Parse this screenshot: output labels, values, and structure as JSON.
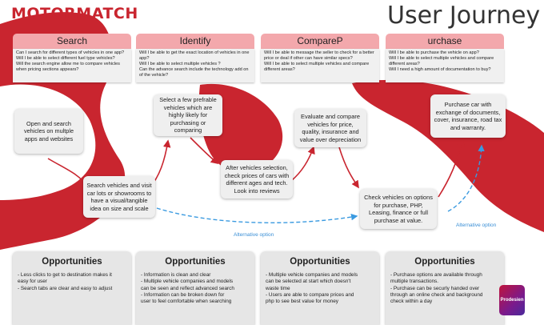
{
  "brand": {
    "logo": "MOTORMATCH",
    "title": "User Journey"
  },
  "colors": {
    "red": "#c9252f",
    "stage_head": "#f3a8ac",
    "blue_dash": "#3a9ae0",
    "card": "#efefef"
  },
  "stages": [
    {
      "label": "Search",
      "questions": [
        "Can I search for different types of vehicles in one app?",
        "Will I be able to select different fuel type vehicles?",
        "Will the search engine allow me to compare vehicles",
        "when pricing sections appears?"
      ]
    },
    {
      "label": "Identify",
      "questions": [
        "Will I be able to get the exact location of vehicles in one",
        "app?",
        "Will I be able to select multiple vehicles ?",
        "Can the advance search include the technology add on",
        "of the vehicle?"
      ]
    },
    {
      "label": "CompareP",
      "questions": [
        "Will I be able to message the seller to check for a better",
        "price or deal if other can have similar specs?",
        "Will I be able to select multiple vehicles and compare",
        "different areas?"
      ]
    },
    {
      "label": "urchase",
      "questions": [
        "Will I be able to purchase the vehicle on app?",
        "Will I be able to select multiple vehicles and compare",
        "different areas?",
        "Will I need a high amount of documentation to buy?"
      ]
    }
  ],
  "steps": {
    "open_search": "Open and search vehicles on multple apps and websites",
    "visit_lots": "Search vehicles and visit car lots or showrooms to have a visual/tangible idea on size and scale",
    "select_few": "Select a few prefrable vehicles which are highly likely for purchasing or comparing",
    "after_selection": "After vehicles selection, check prices of cars with different ages and tech. Look into reviews",
    "evaluate": "Evaluate and compare vehicles for price, quality, insurance and value over depreciation",
    "check_options": "Check vehicles on options for purchase, PHP, Leasing, finance or full purchase at value.",
    "purchase": "Purchase car with exchange of documents, cover, insurance, road tax and warranty."
  },
  "alternative_option": "Alternative option",
  "opportunities": [
    {
      "title": "Opportunities",
      "lines": [
        "- Less clicks to get to destination makes it",
        "  easy for user",
        "- Search tabs are clear and easy to adjust"
      ]
    },
    {
      "title": "Opportunities",
      "lines": [
        "- Information is clean and clear",
        "- Multiple vehicle companies and models",
        "  can be seen and reflect advanced search",
        "- Information can be broken down for",
        "  user to feel comfortable when searching"
      ]
    },
    {
      "title": "Opportunities",
      "lines": [
        "- Multiple vehicle companies and models",
        "  can be selected at start which doesn't",
        "  waste time",
        "- Users are able to compare prices and",
        "  php to see best value for money"
      ]
    },
    {
      "title": "Opportunities",
      "lines": [
        "- Purchase options are available through",
        "  multiple transactions.",
        "- Purchase can be securly handed over",
        "  through an online check  and background",
        "  check within a day"
      ]
    }
  ],
  "badge": "Prodesien"
}
